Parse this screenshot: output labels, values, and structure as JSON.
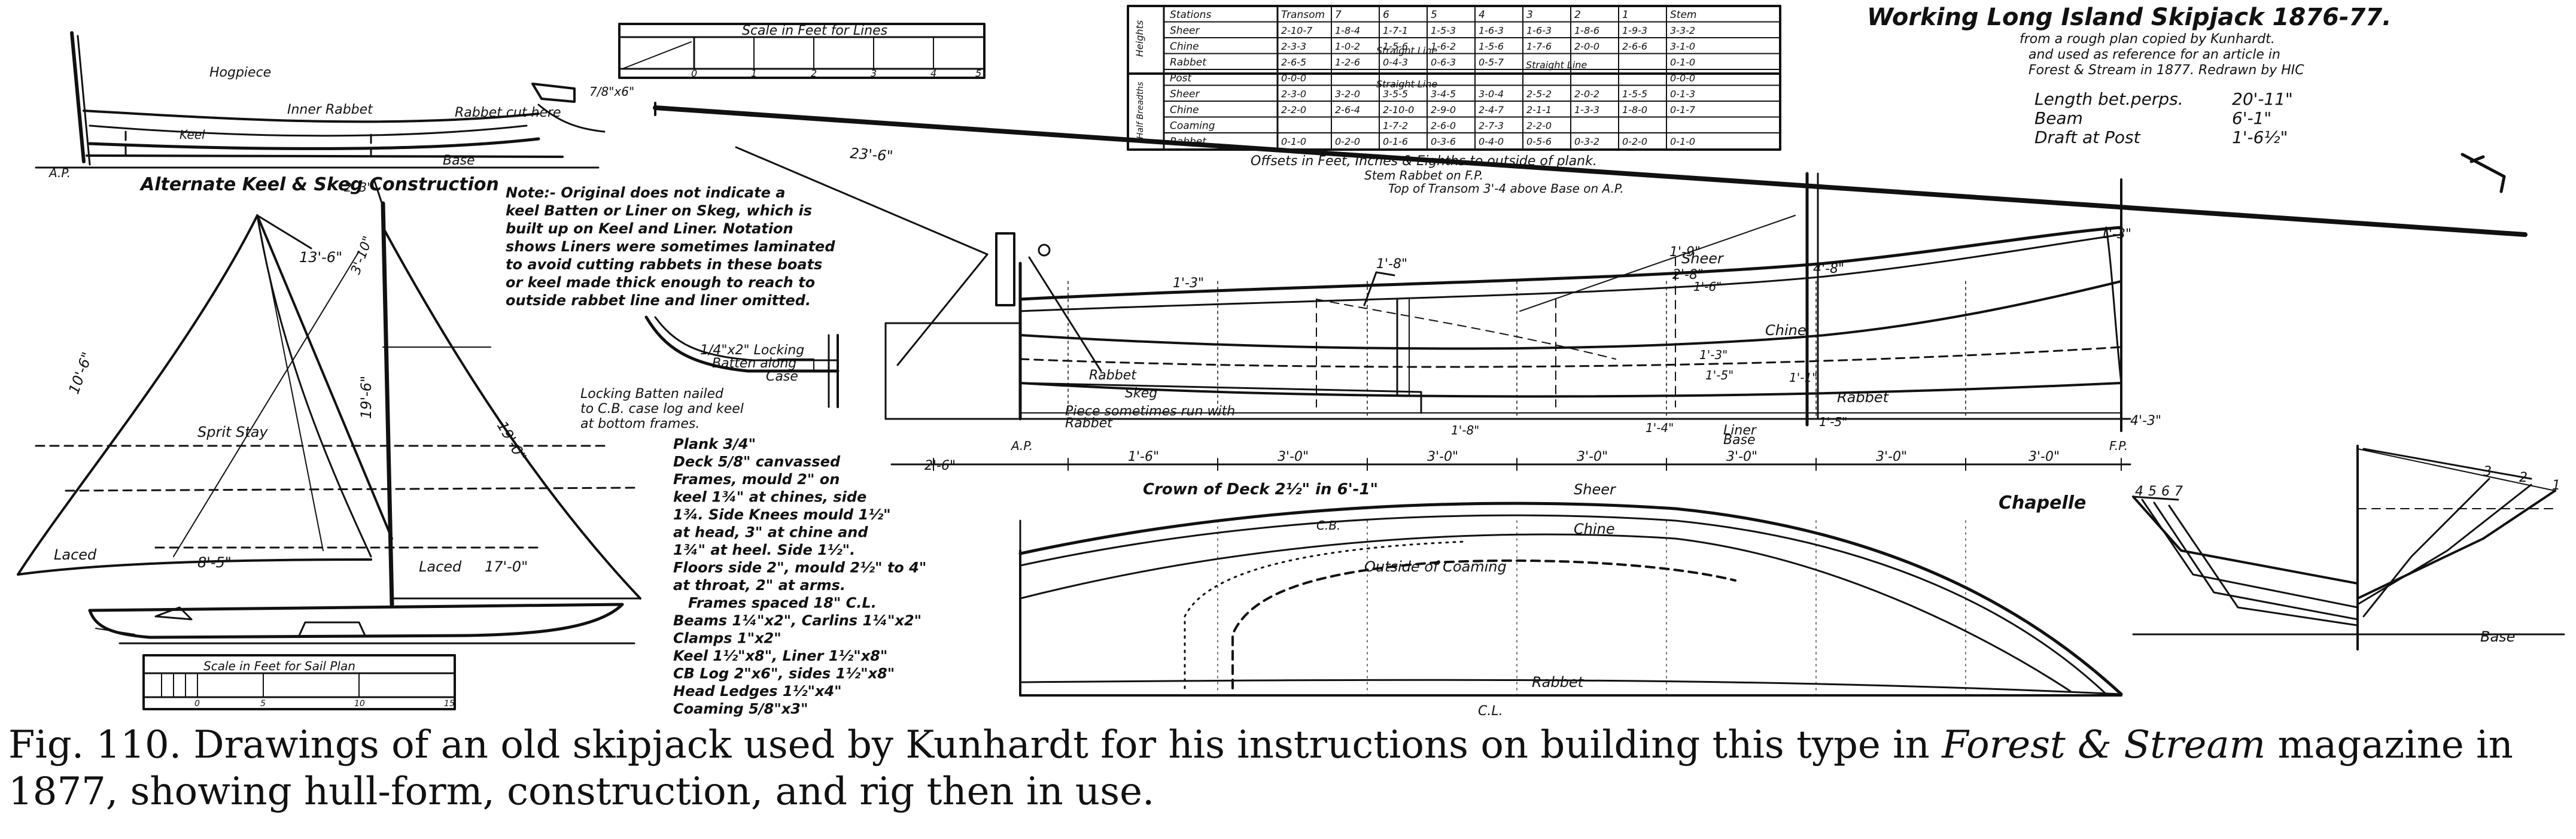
{
  "caption": {
    "fig": "Fig. 110.",
    "text_before": " Drawings of an old skipjack used by Kunhardt for his instructions on building this type in ",
    "italic": "Forest & Stream",
    "text_after": " magazine in 1877, showing hull-form, construction, and rig then in use."
  },
  "title_block": {
    "title": "Working Long Island Skipjack 1876-77.",
    "note1": "from a rough plan copied by Kunhardt.",
    "note2": "and used as reference for an article in",
    "note3": "Forest & Stream in 1877. Redrawn by HIC",
    "length_label": "Length bet.perps.",
    "length_value": "20'-11\"",
    "beam_label": "Beam",
    "beam_value": "6'-1\"",
    "draft_label": "Draft at Post",
    "draft_value": "1'-6½\""
  },
  "offsets": {
    "headers": [
      "Stations",
      "Transom",
      "7",
      "6",
      "5",
      "4",
      "3",
      "2",
      "1",
      "Stem"
    ],
    "group_heights": "Heights",
    "group_breadths": "Half Breadths",
    "rows": [
      [
        "Sheer",
        "2-10-7",
        "1-8-4",
        "1-7-1",
        "1-5-3",
        "1-6-3",
        "1-6-3",
        "1-8-6",
        "1-9-3",
        "3-3-2"
      ],
      [
        "Chine",
        "2-3-3",
        "1-0-2",
        "1-5-6",
        "1-6-2",
        "1-5-6",
        "1-7-6",
        "2-0-0",
        "2-6-6",
        "3-1-0"
      ],
      [
        "Rabbet",
        "2-6-5",
        "1-2-6",
        "0-4-3",
        "0-6-3",
        "0-5-7",
        "",
        "",
        "",
        "0-1-0"
      ],
      [
        "Post",
        "0-0-0",
        "",
        "",
        "",
        "",
        "",
        "",
        "",
        "0-0-0"
      ],
      [
        "Sheer",
        "2-3-0",
        "3-2-0",
        "3-5-5",
        "3-4-5",
        "3-0-4",
        "2-5-2",
        "2-0-2",
        "1-5-5",
        "0-1-3"
      ],
      [
        "Chine",
        "2-2-0",
        "2-6-4",
        "2-10-0",
        "2-9-0",
        "2-4-7",
        "2-1-1",
        "1-3-3",
        "1-8-0",
        "0-1-7"
      ],
      [
        "Coaming",
        "",
        "",
        "1-7-2",
        "2-6-0",
        "2-7-3",
        "2-2-0",
        "",
        "",
        ""
      ],
      [
        "Rabbet",
        "0-1-0",
        "0-2-0",
        "0-1-6",
        "0-3-6",
        "0-4-0",
        "0-5-6",
        "0-3-2",
        "0-2-0",
        "0-1-0"
      ]
    ],
    "straight_line": "Straight Line",
    "note1": "Offsets in Feet, Inches & Eighths to outside of plank.",
    "note2": "Stem Rabbet on F.P.",
    "note3": "Top of Transom 3'-4 above Base on A.P."
  },
  "scale_liner": {
    "title": "Scale in Feet for Lines",
    "ticks": [
      "0",
      "1",
      "2",
      "3",
      "4",
      "5"
    ]
  },
  "scale_sail": {
    "title": "Scale in Feet for Sail Plan",
    "ticks": [
      "0",
      "5",
      "10",
      "15"
    ]
  },
  "keel_detail": {
    "label_hogpiece": "Hogpiece",
    "label_inner_rabbet": "Inner Rabbet",
    "label_rabbet_out": "Rabbet cut here",
    "label_base": "Base",
    "label_dim": "7/8\"x6\"",
    "label_ap": "A.P.",
    "label_keel": "Keel",
    "caption": "Alternate Keel & Skeg Construction"
  },
  "note_box": {
    "lines": [
      "Note:- Original does not indicate a",
      "keel Batten or Liner on Skeg, which is",
      "built up on Keel and Liner. Notation",
      "shows Liners were sometimes laminated",
      "to avoid cutting rabbets in these boats",
      "or keel made thick enough to reach to",
      "outside rabbet line and liner omitted."
    ]
  },
  "batten_detail": {
    "label1": "1/4\"x2\" Locking",
    "label2": "Batten along",
    "label3": "Case",
    "note1": "Locking Batten nailed",
    "note2": "to C.B. case log and keel",
    "note3": "at bottom frames."
  },
  "scantlings": {
    "lines": [
      "Plank 3/4\"",
      "Deck 5/8\" canvassed",
      "Frames, mould 2\" on",
      "keel 1¾\" at chines, side",
      "1¾. Side Knees mould 1½\"",
      "at head, 3\" at chine and",
      "1¾\" at heel. Side 1½\".",
      "Floors side 2\", mould 2½\" to 4\"",
      "at throat, 2\" at arms.",
      "Frames spaced 18\" C.L.",
      "Beams 1¼\"x2\", Carlins 1¼\"x2\"",
      "Clamps 1\"x2\"",
      "Keel 1½\"x8\", Liner 1½\"x8\"",
      "CB Log 2\"x6\", sides 1½\"x8\"",
      "Head Ledges 1½\"x4\"",
      "Coaming 5/8\"x3\""
    ]
  },
  "profile": {
    "boom_dim": "23'-6\"",
    "sheer": "Sheer",
    "chine": "Chine",
    "rabbet": "Rabbet",
    "skeg": "Skeg",
    "liner": "Liner",
    "base": "Base",
    "piece_note": "Piece sometimes run with",
    "piece_note2": "Rabbet",
    "dim_right": "4'-3\"",
    "dim_stem": "1'-3\"",
    "dim_4b": "4'-8\"",
    "dim_19": "1'-9\"",
    "dim_2b": "2'-8\"",
    "dim_58": "1'-5\"",
    "dim_post": "1'-8\"",
    "dim_bow": "1'-3\"",
    "dim_sheer": "1'-6\"",
    "dim_bow2": "1'-3\"",
    "dim_a": "1'-1\"",
    "dim_b": "1'-4\"",
    "dim_c": "1'-8\"",
    "dim_d": "1'-5\"",
    "ap": "A.P.",
    "fp": "F.P.",
    "stations": [
      "2'-6\"",
      "1'-6\"",
      "3'-0\"",
      "3'-0\"",
      "3'-0\"",
      "3'-0\"",
      "3'-0\"",
      "3'-0\""
    ],
    "station_first": "2'-6\""
  },
  "plan": {
    "crown": "Crown of Deck 2½\" in 6'-1\"",
    "sheer": "Sheer",
    "chine": "Chine",
    "coaming": "Outside of Coaming",
    "rabbet": "Rabbet",
    "cl": "C.L.",
    "signature": "Chapelle",
    "cb": "C.B."
  },
  "sail_plan": {
    "gaff": "13'-6\"",
    "sprit": "Sprit Stay",
    "leech": "10'-6\"",
    "luff": "19'-0\"",
    "foot_left": "Laced",
    "foot_right": "Laced",
    "boom": "17'-0\"",
    "jib_foot": "8'-5\"",
    "mast": "19'-6\"",
    "mast_dim": "3'-10\"",
    "topmast": "2'-3\""
  },
  "body_plan": {
    "nums_left": [
      "4",
      "5",
      "6",
      "7"
    ],
    "nums_right": [
      "3",
      "2",
      "1"
    ],
    "base": "Base"
  }
}
